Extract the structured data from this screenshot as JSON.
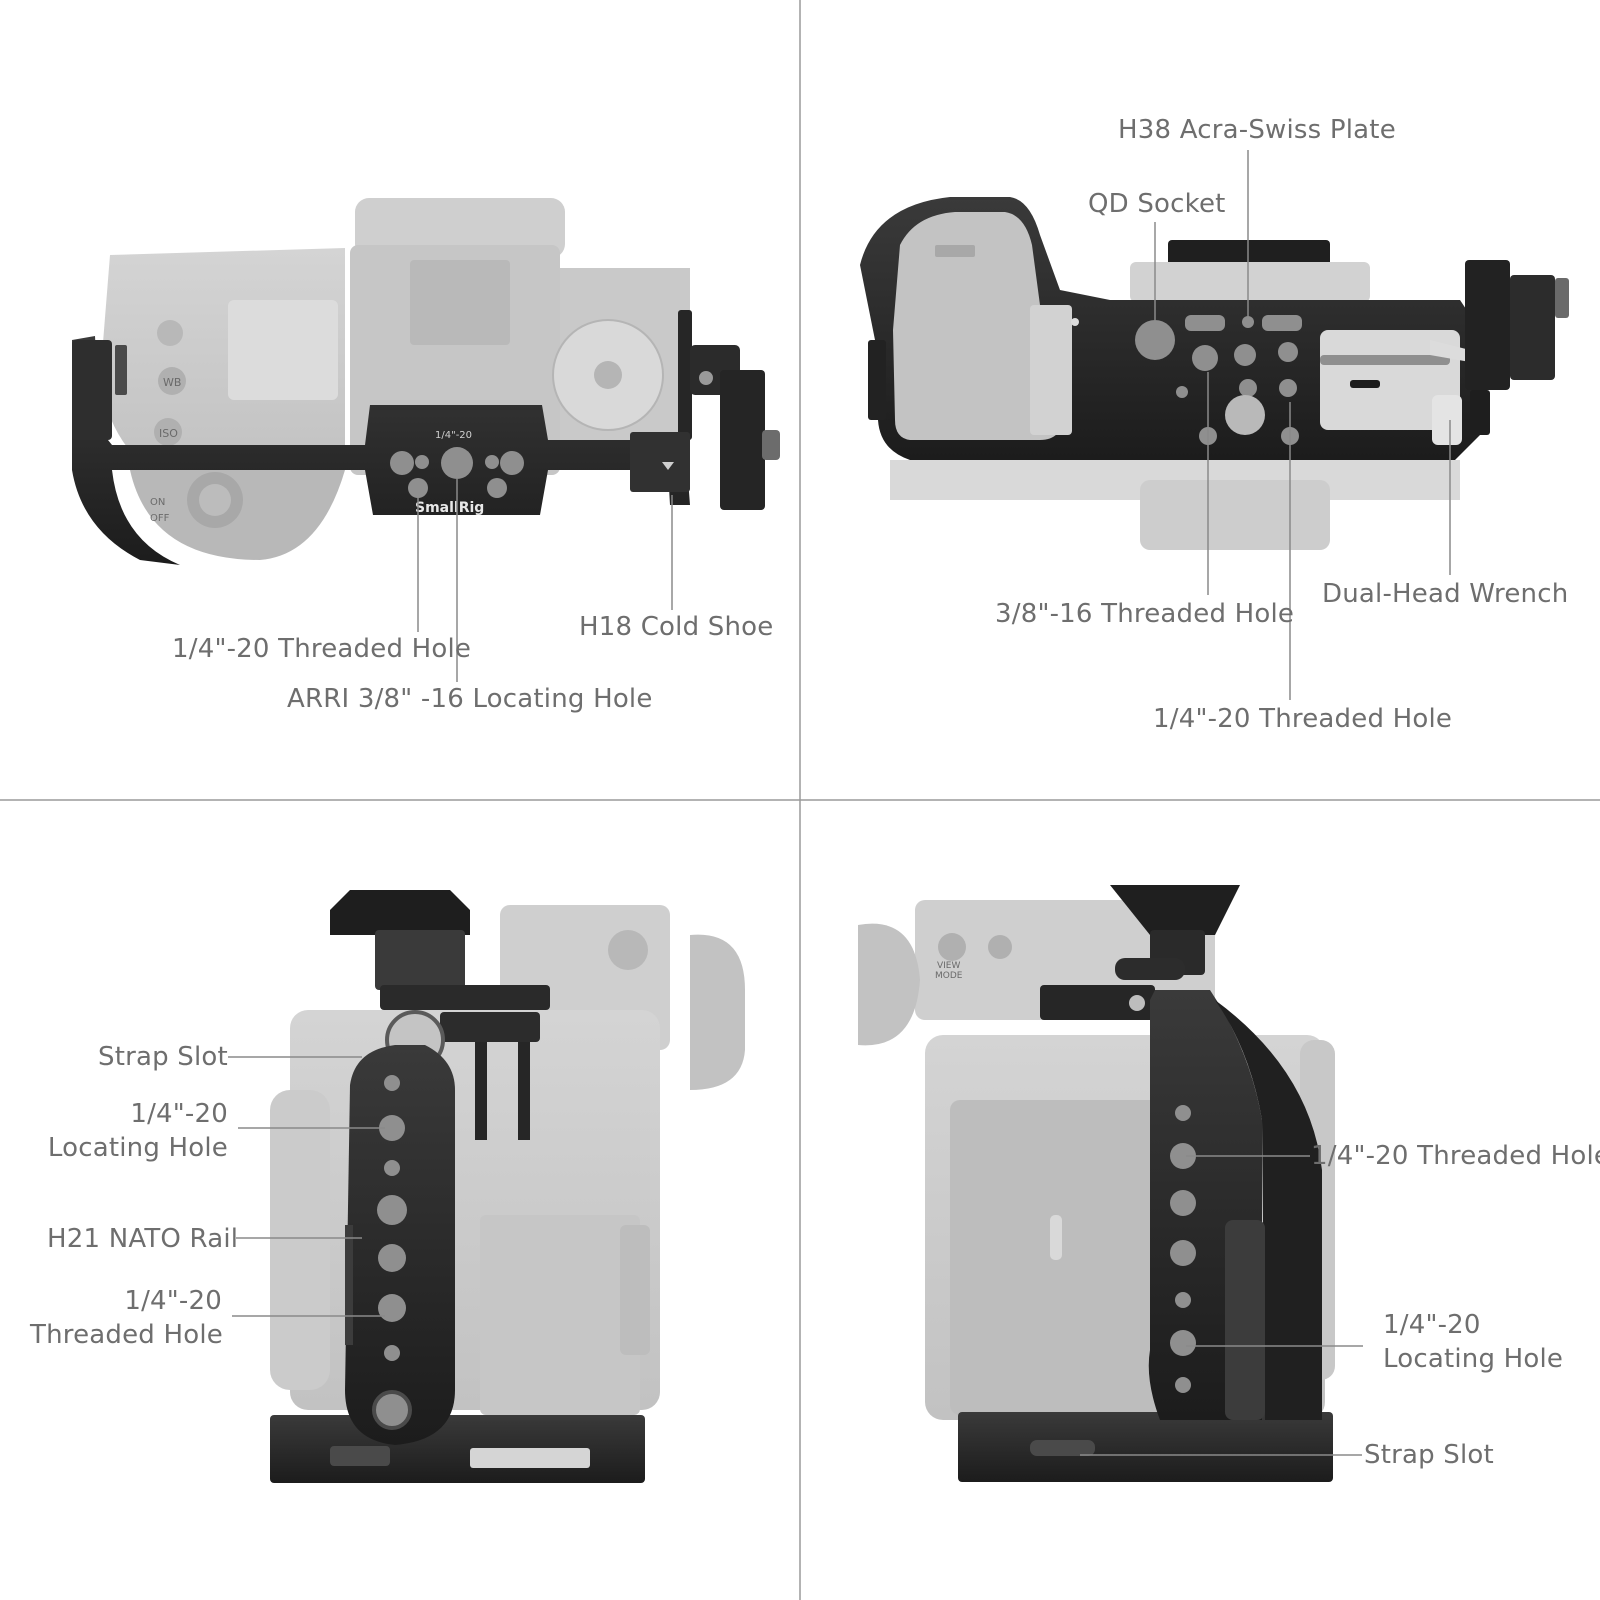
{
  "panels": {
    "top_left": {
      "labels": {
        "threaded_hole": "1/4\"-20 Threaded Hole",
        "cold_shoe": "H18 Cold Shoe",
        "arri_hole": "ARRI 3/8\" -16 Locating Hole"
      },
      "engravings": {
        "brand": "SmallRig",
        "thread_mark": "1/4\"-20",
        "wb_button": "WB",
        "iso_button": "ISO",
        "on": "ON",
        "off": "OFF"
      }
    },
    "top_right": {
      "labels": {
        "acra_plate": "H38 Acra-Swiss Plate",
        "qd_socket": "QD Socket",
        "threaded_38": "3/8\"-16 Threaded Hole",
        "wrench": "Dual-Head Wrench",
        "threaded_14": "1/4\"-20 Threaded Hole"
      }
    },
    "bottom_left": {
      "labels": {
        "strap_slot": "Strap Slot",
        "locating_hole_1": "1/4\"-20",
        "locating_hole_2": "Locating Hole",
        "nato_rail": "H21 NATO Rail",
        "threaded_hole_1": "1/4\"-20",
        "threaded_hole_2": "Threaded Hole"
      }
    },
    "bottom_right": {
      "labels": {
        "threaded_hole": "1/4\"-20 Threaded Hole",
        "locating_hole_1": "1/4\"-20",
        "locating_hole_2": "Locating Hole",
        "strap_slot": "Strap Slot"
      },
      "engravings": {
        "view_mode_1": "VIEW",
        "view_mode_2": "MODE"
      }
    }
  },
  "colors": {
    "label_text": "#6e6e6e",
    "leader_line": "#8a8a8a",
    "divider": "#9a9a9a",
    "camera_body": "#c9c9c9",
    "camera_dark": "#a9a9a9",
    "cage_metal": "#2a2a2a",
    "cage_hole": "#8f8f8f"
  }
}
